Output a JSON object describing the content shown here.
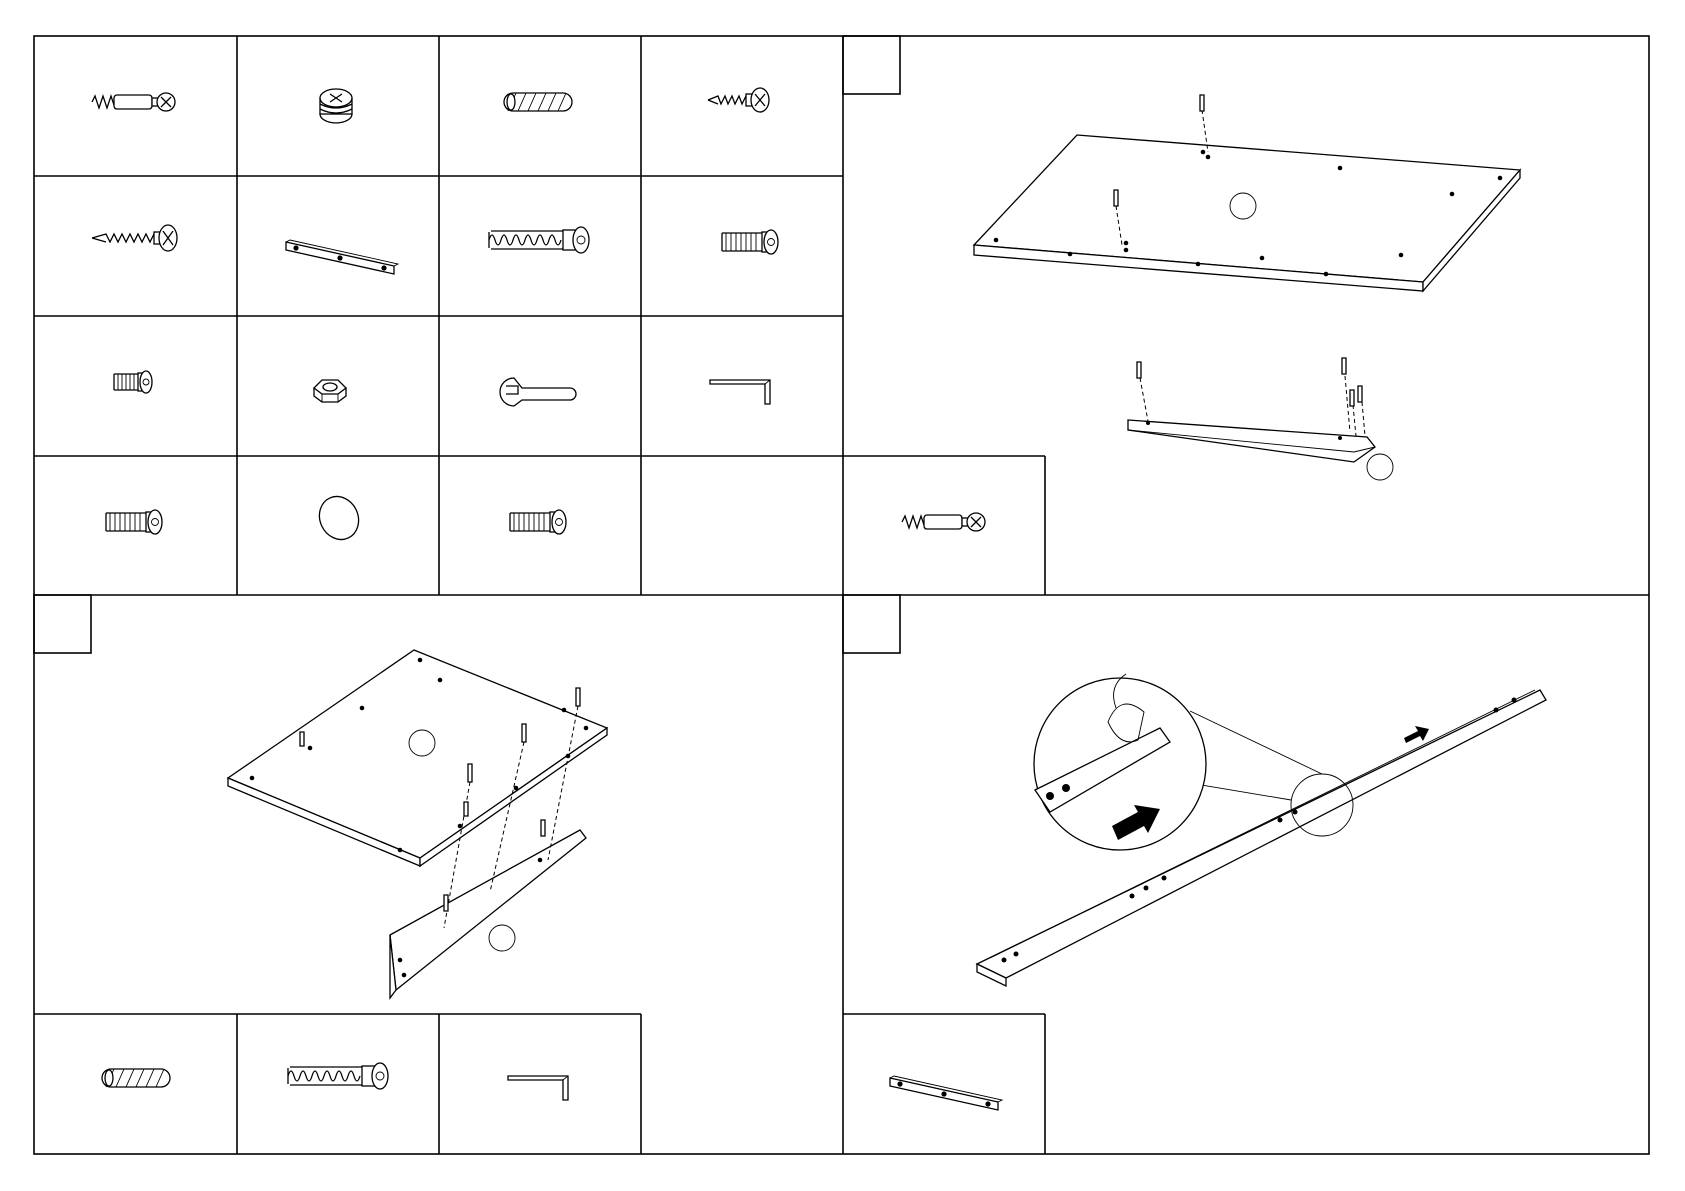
{
  "document": {
    "type": "assembly-instruction-sheet",
    "labels": []
  },
  "hardware_panel": {
    "parts": [
      {
        "icon": "cam-bolt-icon"
      },
      {
        "icon": "cam-lock-icon"
      },
      {
        "icon": "wood-dowel-icon"
      },
      {
        "icon": "short-screw-icon"
      },
      {
        "icon": "long-screw-icon"
      },
      {
        "icon": "metal-bracket-icon"
      },
      {
        "icon": "long-hex-bolt-icon"
      },
      {
        "icon": "medium-hex-bolt-icon"
      },
      {
        "icon": "short-hex-bolt-icon"
      },
      {
        "icon": "hex-nut-icon"
      },
      {
        "icon": "wrench-icon"
      },
      {
        "icon": "allen-key-icon"
      },
      {
        "icon": "medium-hex-bolt-icon"
      },
      {
        "icon": "cover-cap-icon"
      },
      {
        "icon": "medium-hex-bolt-icon"
      },
      {
        "icon": "empty-slot"
      },
      {
        "icon": "cam-bolt-icon"
      }
    ]
  },
  "steps": [
    {
      "panel": "top-right",
      "hardware": [
        "cam-bolt-icon"
      ]
    },
    {
      "panel": "bottom-left",
      "hardware": [
        "wood-dowel-icon",
        "long-hex-bolt-icon",
        "allen-key-icon"
      ]
    },
    {
      "panel": "bottom-right",
      "hardware": [
        "metal-bracket-icon"
      ]
    }
  ]
}
